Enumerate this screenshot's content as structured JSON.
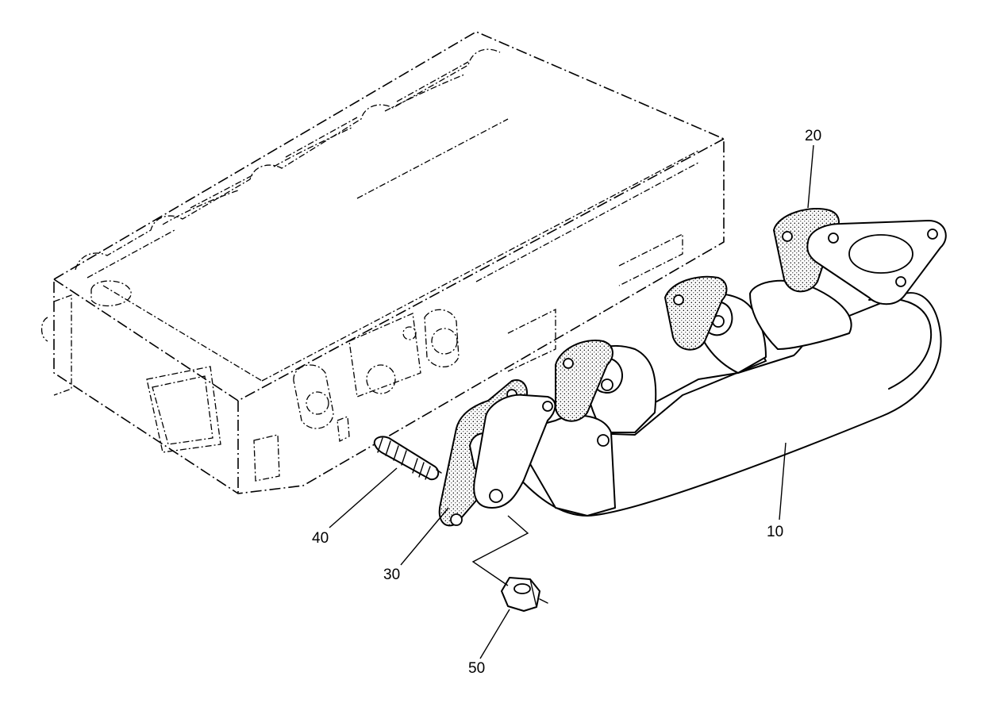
{
  "callouts": {
    "c10": "10",
    "c20": "20",
    "c30": "30",
    "c40": "40",
    "c50": "50"
  }
}
